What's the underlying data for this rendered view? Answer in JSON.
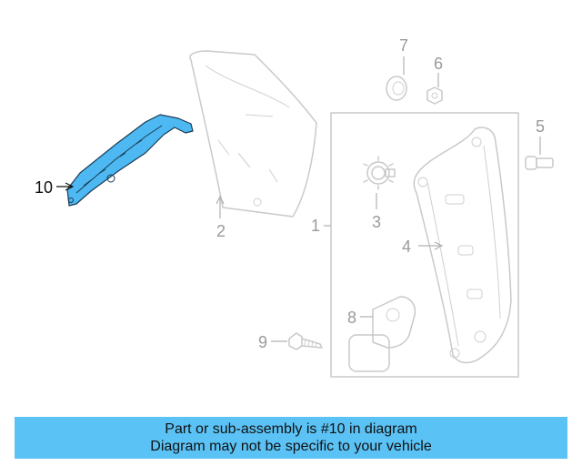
{
  "diagram": {
    "callouts": [
      {
        "id": "1",
        "label": "1"
      },
      {
        "id": "2",
        "label": "2"
      },
      {
        "id": "3",
        "label": "3"
      },
      {
        "id": "4",
        "label": "4"
      },
      {
        "id": "5",
        "label": "5"
      },
      {
        "id": "6",
        "label": "6"
      },
      {
        "id": "7",
        "label": "7"
      },
      {
        "id": "8",
        "label": "8"
      },
      {
        "id": "9",
        "label": "9"
      },
      {
        "id": "10",
        "label": "10"
      }
    ],
    "highlighted_part": "10",
    "highlight_color": "#4db8f2"
  },
  "banner": {
    "line1": "Part or sub-assembly is #10 in diagram",
    "line2": "Diagram may not be specific to your vehicle",
    "background": "#5bc2f5"
  }
}
